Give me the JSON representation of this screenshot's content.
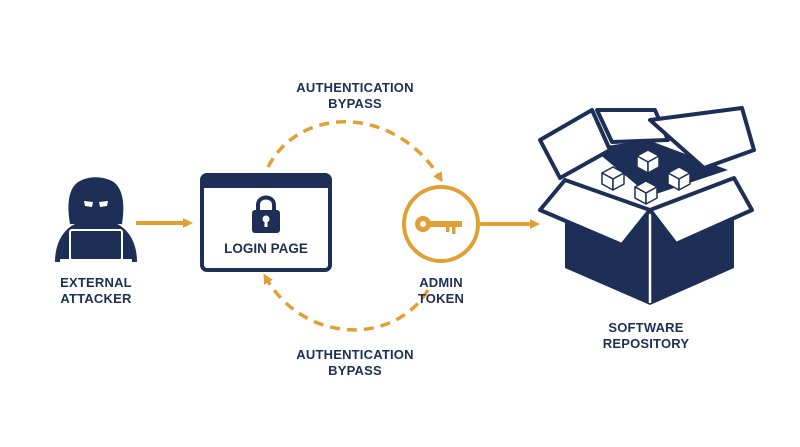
{
  "nodes": {
    "attacker": {
      "line1": "EXTERNAL",
      "line2": "ATTACKER"
    },
    "login": {
      "label": "LOGIN PAGE"
    },
    "token": {
      "line1": "ADMIN",
      "line2": "TOKEN"
    },
    "repository": {
      "line1": "SOFTWARE",
      "line2": "REPOSITORY"
    }
  },
  "edges": {
    "bypass_top": {
      "line1": "AUTHENTICATION",
      "line2": "BYPASS"
    },
    "bypass_bottom": {
      "line1": "AUTHENTICATION",
      "line2": "BYPASS"
    }
  },
  "icons": {
    "attacker": "hooded-hacker-icon",
    "login": "browser-window-lock-icon",
    "token": "key-icon",
    "repository": "open-box-icon"
  },
  "colors": {
    "navy": "#1d2f57",
    "accent": "#e0a034",
    "white": "#ffffff"
  }
}
